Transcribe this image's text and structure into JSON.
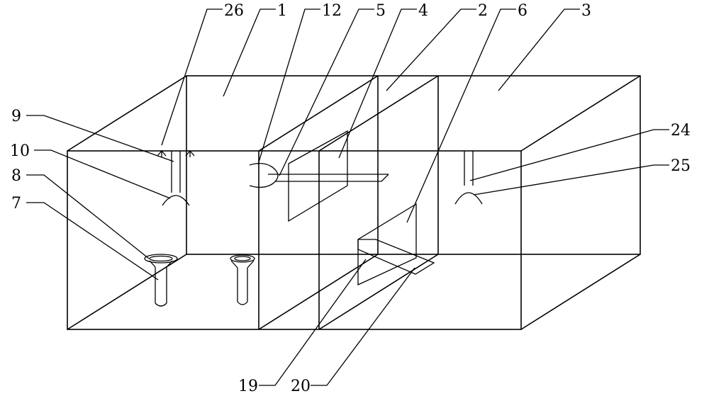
{
  "labels": {
    "l26": "26",
    "l1": "1",
    "l12": "12",
    "l5": "5",
    "l4": "4",
    "l2": "2",
    "l6": "6",
    "l3": "3",
    "l9": "9",
    "l10": "10",
    "l8": "8",
    "l7": "7",
    "l24": "24",
    "l25": "25",
    "l19": "19",
    "l20": "20"
  }
}
